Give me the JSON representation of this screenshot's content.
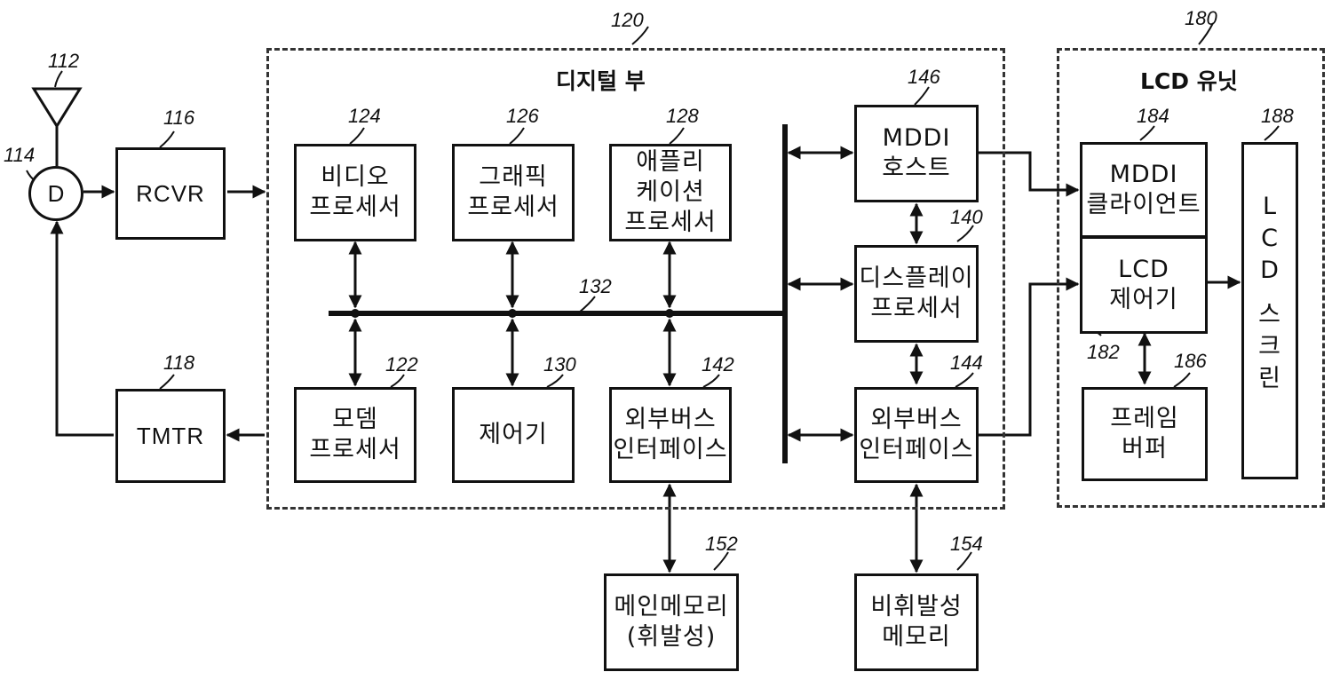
{
  "digital_unit": {
    "ref": "120",
    "title": "디지털 부"
  },
  "lcd_unit": {
    "ref": "180",
    "title": "LCD 유닛"
  },
  "antenna": {
    "ref": "112"
  },
  "duplexer": {
    "ref": "114",
    "label": "D"
  },
  "rcvr": {
    "ref": "116",
    "label": "RCVR"
  },
  "tmtr": {
    "ref": "118",
    "label": "TMTR"
  },
  "video_processor": {
    "ref": "124",
    "lines": [
      "비디오",
      "프로세서"
    ]
  },
  "graphics_processor": {
    "ref": "126",
    "lines": [
      "그래픽",
      "프로세서"
    ]
  },
  "application_processor": {
    "ref": "128",
    "lines": [
      "애플리",
      "케이션",
      "프로세서"
    ]
  },
  "bus": {
    "ref": "132"
  },
  "modem_processor": {
    "ref": "122",
    "lines": [
      "모뎀",
      "프로세서"
    ]
  },
  "controller": {
    "ref": "130",
    "lines": [
      "제어기"
    ]
  },
  "external_bus_interface_left": {
    "ref": "142",
    "lines": [
      "외부버스",
      "인터페이스"
    ]
  },
  "mddi_host": {
    "ref": "146",
    "lines": [
      "MDDI",
      "호스트"
    ]
  },
  "display_processor": {
    "ref": "140",
    "lines": [
      "디스플레이",
      "프로세서"
    ]
  },
  "external_bus_interface_right": {
    "ref": "144",
    "lines": [
      "외부버스",
      "인터페이스"
    ]
  },
  "main_memory": {
    "ref": "152",
    "lines": [
      "메인메모리",
      "(휘발성)"
    ]
  },
  "nonvolatile_memory": {
    "ref": "154",
    "lines": [
      "비휘발성",
      "메모리"
    ]
  },
  "mddi_client": {
    "ref": "184",
    "lines": [
      "MDDI",
      "클라이언트"
    ]
  },
  "lcd_controller": {
    "ref": "182",
    "lines": [
      "LCD",
      "제어기"
    ]
  },
  "frame_buffer": {
    "ref": "186",
    "lines": [
      "프레임",
      "버퍼"
    ]
  },
  "lcd_screen": {
    "ref": "188",
    "chars": [
      "L",
      "C",
      "D",
      "스",
      "크",
      "린"
    ]
  }
}
